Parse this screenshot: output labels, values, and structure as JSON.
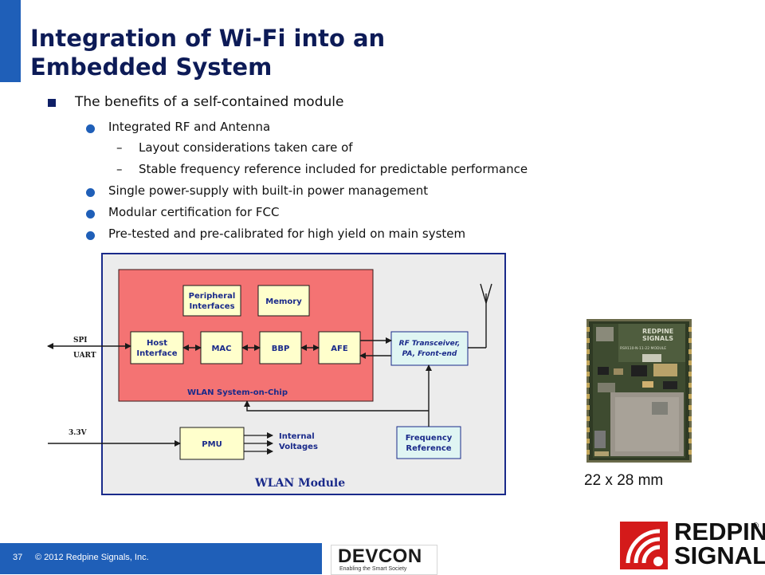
{
  "slide": {
    "title_line1": "Integration of Wi-Fi into an",
    "title_line2": "Embedded System"
  },
  "bullets": {
    "main": "The benefits of a self-contained module",
    "rf": "Integrated RF and Antenna",
    "layout": "Layout considerations taken care of",
    "stable": "Stable frequency reference included for predictable performance",
    "power": "Single power-supply with built-in power management",
    "cert": "Modular certification for FCC",
    "pretest": "Pre-tested and pre-calibrated for high yield on main system"
  },
  "diagram": {
    "module_label": "WLAN Module",
    "soc_label": "WLAN System-on-Chip",
    "peripheral_1": "Peripheral",
    "peripheral_2": "Interfaces",
    "memory": "Memory",
    "host_1": "Host",
    "host_2": "Interface",
    "mac": "MAC",
    "bbp": "BBP",
    "afe": "AFE",
    "rf_1": "RF Transceiver,",
    "rf_2": "PA, Front-end",
    "pmu": "PMU",
    "freq_1": "Frequency",
    "freq_2": "Reference",
    "internal_1": "Internal",
    "internal_2": "Voltages",
    "spi": "SPI",
    "uart": "UART",
    "voltage": "3.3V"
  },
  "photo": {
    "chip_text_1": "REDPINE",
    "chip_text_2": "SIGNALS",
    "chip_text_3": "RS9110-N-11-22 MODULE",
    "size_label": "22 x 28 mm"
  },
  "footer": {
    "page_number": "37",
    "copyright": "© 2012 Redpine Signals, Inc.",
    "devcon": "DEVCON",
    "devcon_tagline": "Enabling the Smart Society",
    "brand_line1": "REDPINE",
    "brand_line2": "SIGNALS",
    "brand_reg": "®"
  },
  "colors": {
    "accent": "#1f5fb8",
    "title": "#0d1b57",
    "soc_fill": "#f47373",
    "box_fill": "#ffffcc",
    "rf_fill": "#dff5f3",
    "brand_red": "#d41a1a"
  }
}
